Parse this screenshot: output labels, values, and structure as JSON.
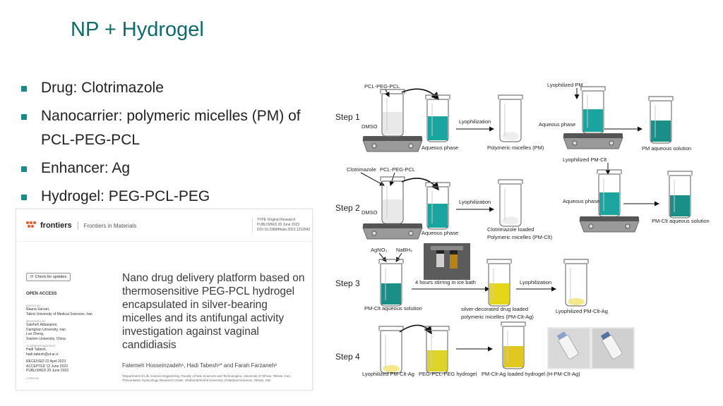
{
  "slide": {
    "title": "NP + Hydrogel",
    "bullets": [
      "Drug: Clotrimazole",
      "Nanocarrier: polymeric micelles (PM) of PCL-PEG-PCL",
      "Enhancer: Ag",
      "Hydrogel: PEG-PCL-PEG"
    ]
  },
  "paper": {
    "brand": "frontiers",
    "journal": "Frontiers in Materials",
    "meta_type": "TYPE Original Research",
    "meta_published": "PUBLISHED 20 June 2023",
    "meta_doi": "DOI 10.3389/fmats.2023.1210542",
    "check_updates": "Check for updates",
    "open_access": "OPEN ACCESS",
    "sidebar": [
      {
        "label": "EDITED BY",
        "lines": [
          "Raana Sarvari,",
          "Tabriz University of Medical Sciences, Iran"
        ]
      },
      {
        "label": "REVIEWED BY",
        "lines": [
          "Saleheh Abbaspoor,",
          "Damghan University, Iran",
          "Luo Zheng,",
          "Xiamen University, China"
        ]
      },
      {
        "label": "*CORRESPONDENCE",
        "lines": [
          "Hadi Tabesh,",
          "hadi.tabesh@ut.ac.ir"
        ]
      },
      {
        "label": "",
        "lines": [
          "RECEIVED 22 April 2023",
          "ACCEPTED 12 June 2023",
          "PUBLISHED 20 June 2023"
        ]
      },
      {
        "label": "CITATION",
        "lines": []
      }
    ],
    "title": "Nano drug delivery platform based on thermosensitive PEG-PCL hydrogel encapsulated in silver-bearing micelles and its antifungal activity investigation against vaginal candidiasis",
    "authors": "Fatemeh Hosseinzadeh¹, Hadi Tabesh¹* and Farah Farzaneh²",
    "affiliations": "¹Department of Life Science Engineering, Faculty of New Sciences and Technologies, University of Tehran, Tehran, Iran, ²Preventative Gynecology Research Center, Shahid Beheshti University of Medical Sciences, Tehran, Iran"
  },
  "scheme": {
    "steps": [
      "Step 1",
      "Step 2",
      "Step 3",
      "Step 4"
    ],
    "labels": {
      "pcl_peg_pcl": "PCL-PEG-PCL",
      "dmso": "DMSO",
      "aqueous_phase": "Aqueous phase",
      "lyophilization": "Lyophilization",
      "polymeric_micelles": "Polymeric micelles (PM)",
      "lyophilized_pm": "Lyophilized PM",
      "aqueous_phase_lc": "Aqueous phase",
      "pm_aqueous_solution": "PM aqueous solution",
      "clotrimazole": "Clotrimazole",
      "clt_loaded_1": "Clotrimazole loaded",
      "clt_loaded_2": "Polymeric micelles (PM-Clt)",
      "lyophilized_pm_clt": "Lyophilized PM-Clt",
      "pm_clt_aqueous": "PM-Clt aqueous solution",
      "agno3": "AgNO₃",
      "nabh4": "NaBH₄",
      "stirring": "4 hours stirring in ice bath",
      "pm_clt_aqueous_s3": "PM-Clt aqueous solution",
      "silver_1": "silver-decorated drug loaded",
      "silver_2": "polymeric micelles (PM-Clt-Ag)",
      "lyophilized_pm_clt_ag": "Lyophilized PM-Clt-Ag",
      "lyophilized_pm_clt_ag_s4": "Lyophilized PM-Clt-Ag",
      "hydrogel": "PEG-PCL-PEG hydrogel",
      "loaded_hydrogel": "PM-Clt-Ag loaded hydrogel (H-PM-Clt-Ag)"
    },
    "colors": {
      "teal": "#1aa5a0",
      "yellow": "#e6d61a",
      "accent": "#0e6b6b"
    }
  }
}
